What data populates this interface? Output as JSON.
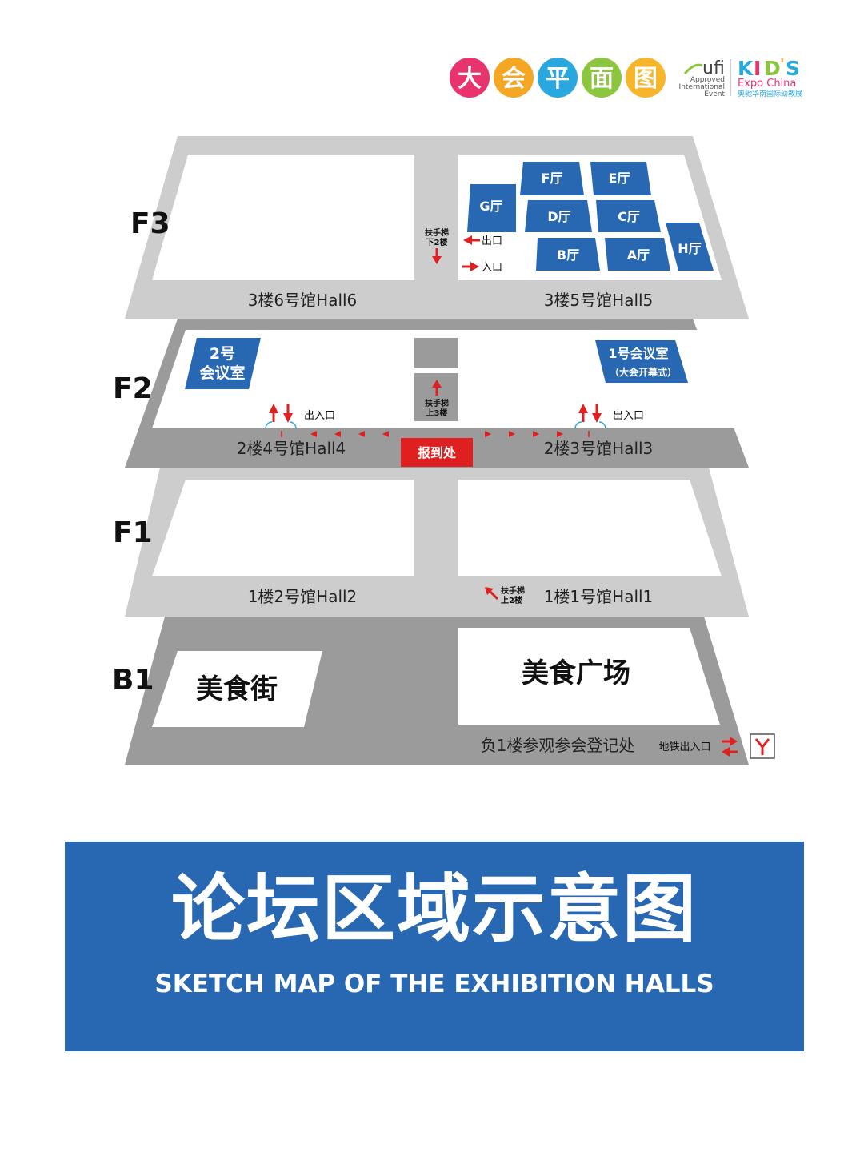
{
  "header": {
    "title_chars": [
      "大",
      "会",
      "平",
      "面",
      "图"
    ],
    "title_colors": [
      "#e8336d",
      "#f5a623",
      "#29a8e0",
      "#8cc63f",
      "#f7b52c"
    ],
    "ufi": {
      "mark": "ufi",
      "line1": "Approved",
      "line2": "International",
      "line3": "Event"
    },
    "kids": {
      "k": "K",
      "i": "I",
      "d": "D",
      "apos": "'",
      "s": "S",
      "line": "Expo China",
      "sub": "奥驰华南国际幼教展"
    }
  },
  "floors": {
    "f3": {
      "label": "F3",
      "hall_left": "3楼6号馆Hall6",
      "hall_right": "3楼5号馆Hall5",
      "escalator": {
        "line1": "扶手梯",
        "line2": "下2楼"
      },
      "exit": "出口",
      "entrance": "入口",
      "rooms": {
        "f": "F厅",
        "e": "E厅",
        "g": "G厅",
        "d": "D厅",
        "c": "C厅",
        "b": "B厅",
        "a": "A厅",
        "h": "H厅"
      }
    },
    "f2": {
      "label": "F2",
      "hall_left": "2楼4号馆Hall4",
      "hall_right": "2楼3号馆Hall3",
      "room2": {
        "line1": "2号",
        "line2": "会议室"
      },
      "room1": {
        "line1": "1号会议室",
        "line2": "（大会开幕式）"
      },
      "entry_left": "出入口",
      "entry_right": "出入口",
      "escalator": {
        "line1": "扶手梯",
        "line2": "上3楼"
      },
      "registration": "报到处"
    },
    "f1": {
      "label": "F1",
      "hall_left": "1楼2号馆Hall2",
      "hall_right": "1楼1号馆Hall1",
      "escalator": {
        "line1": "扶手梯",
        "line2": "上2楼"
      }
    },
    "b1": {
      "label": "B1",
      "food_street": "美食街",
      "food_court": "美食广场",
      "registration": "负1楼参观参会登记处",
      "metro": "地铁出入口"
    }
  },
  "colors": {
    "accent_blue": "#2867b2",
    "registration_red": "#e02020",
    "f3_gray": "#cdcdcd",
    "f2_gray": "#9b9b9b",
    "f1_gray": "#cdcdcd",
    "b1_gray": "#9b9b9b"
  },
  "banner": {
    "title": "论坛区域示意图",
    "subtitle": "SKETCH MAP OF THE EXHIBITION HALLS"
  }
}
